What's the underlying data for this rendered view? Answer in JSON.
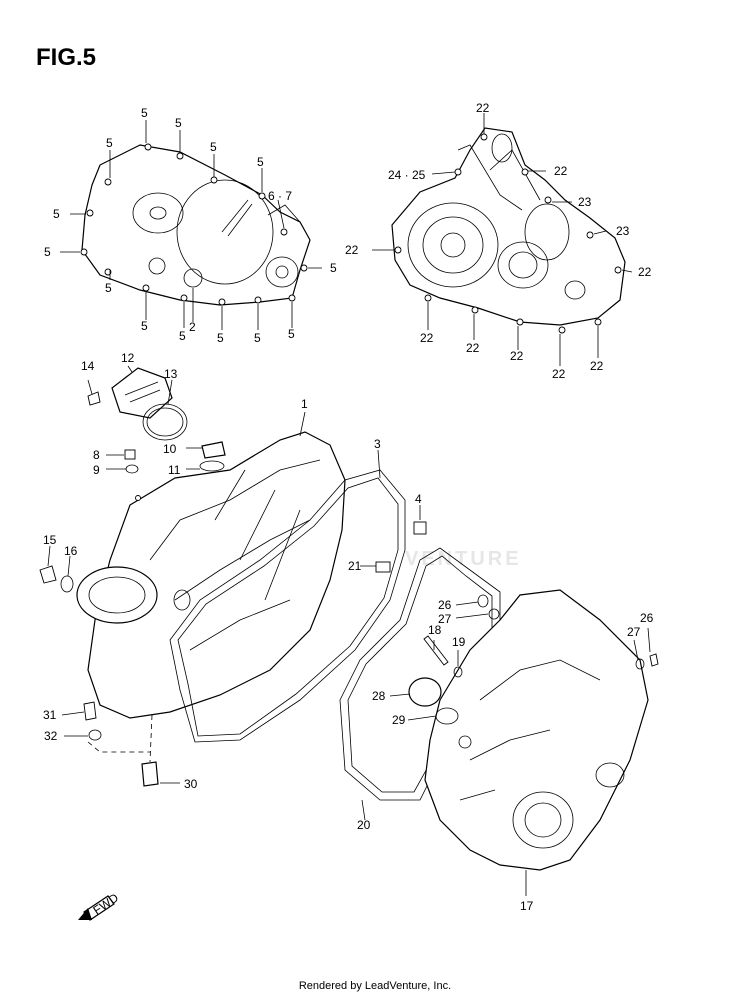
{
  "title": "FIG.5",
  "footer": "Rendered by LeadVenture, Inc.",
  "watermark": "VENTURE",
  "fwd_label": "FWD",
  "labels": [
    {
      "id": "l-5a",
      "text": "5"
    },
    {
      "id": "l-5b",
      "text": "5"
    },
    {
      "id": "l-5c",
      "text": "5"
    },
    {
      "id": "l-5d",
      "text": "5"
    },
    {
      "id": "l-5e",
      "text": "5"
    },
    {
      "id": "l-5f",
      "text": "5"
    },
    {
      "id": "l-5g",
      "text": "5"
    },
    {
      "id": "l-5h",
      "text": "5"
    },
    {
      "id": "l-5i",
      "text": "5"
    },
    {
      "id": "l-5j",
      "text": "5"
    },
    {
      "id": "l-5k",
      "text": "5"
    },
    {
      "id": "l-5l",
      "text": "5"
    },
    {
      "id": "l-5m",
      "text": "5"
    },
    {
      "id": "l-5n",
      "text": "5"
    },
    {
      "id": "l-67",
      "text": "6 · 7"
    },
    {
      "id": "l-2",
      "text": "2"
    },
    {
      "id": "l-22a",
      "text": "22"
    },
    {
      "id": "l-22b",
      "text": "22"
    },
    {
      "id": "l-2425",
      "text": "24 · 25"
    },
    {
      "id": "l-23a",
      "text": "23"
    },
    {
      "id": "l-23b",
      "text": "23"
    },
    {
      "id": "l-22c",
      "text": "22"
    },
    {
      "id": "l-22d",
      "text": "22"
    },
    {
      "id": "l-22e",
      "text": "22"
    },
    {
      "id": "l-22f",
      "text": "22"
    },
    {
      "id": "l-22g",
      "text": "22"
    },
    {
      "id": "l-22h",
      "text": "22"
    },
    {
      "id": "l-22i",
      "text": "22"
    },
    {
      "id": "l-14",
      "text": "14"
    },
    {
      "id": "l-12",
      "text": "12"
    },
    {
      "id": "l-13",
      "text": "13"
    },
    {
      "id": "l-1",
      "text": "1"
    },
    {
      "id": "l-3",
      "text": "3"
    },
    {
      "id": "l-8",
      "text": "8"
    },
    {
      "id": "l-9",
      "text": "9"
    },
    {
      "id": "l-10",
      "text": "10"
    },
    {
      "id": "l-11",
      "text": "11"
    },
    {
      "id": "l-4",
      "text": "4"
    },
    {
      "id": "l-15",
      "text": "15"
    },
    {
      "id": "l-16",
      "text": "16"
    },
    {
      "id": "l-21",
      "text": "21"
    },
    {
      "id": "l-26a",
      "text": "26"
    },
    {
      "id": "l-27a",
      "text": "27"
    },
    {
      "id": "l-26b",
      "text": "26"
    },
    {
      "id": "l-27b",
      "text": "27"
    },
    {
      "id": "l-18",
      "text": "18"
    },
    {
      "id": "l-19",
      "text": "19"
    },
    {
      "id": "l-28",
      "text": "28"
    },
    {
      "id": "l-29",
      "text": "29"
    },
    {
      "id": "l-31",
      "text": "31"
    },
    {
      "id": "l-32",
      "text": "32"
    },
    {
      "id": "l-30",
      "text": "30"
    },
    {
      "id": "l-20",
      "text": "20"
    },
    {
      "id": "l-17",
      "text": "17"
    }
  ]
}
